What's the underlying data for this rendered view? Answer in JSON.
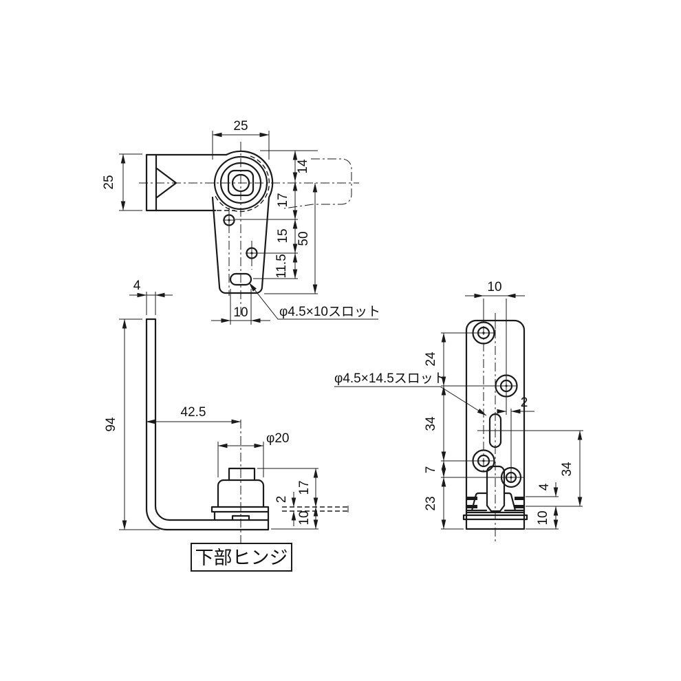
{
  "title": {
    "label": "下部ヒンジ"
  },
  "views": {
    "top": {
      "dim_boss_width": "25",
      "dim_arm_width": "25",
      "dim_14": "14",
      "dim_17": "17",
      "dim_15": "15",
      "dim_11_5": "11.5",
      "dim_50": "50",
      "dim_slot_length": "10",
      "slot_note": "φ4.5×10スロット"
    },
    "side": {
      "dim_thickness": "4",
      "dim_height": "94",
      "dim_offset": "42.5",
      "dim_cap_dia": "φ20",
      "dim_17": "17",
      "dim_gap": "2",
      "dim_10": "10"
    },
    "front": {
      "dim_hole_offset": "10",
      "dim_24": "24",
      "dim_34_left": "34",
      "dim_7": "7",
      "dim_23": "23",
      "dim_2": "2",
      "dim_34_right": "34",
      "dim_4": "4",
      "dim_10": "10",
      "slot_note": "φ4.5×14.5スロット"
    }
  }
}
